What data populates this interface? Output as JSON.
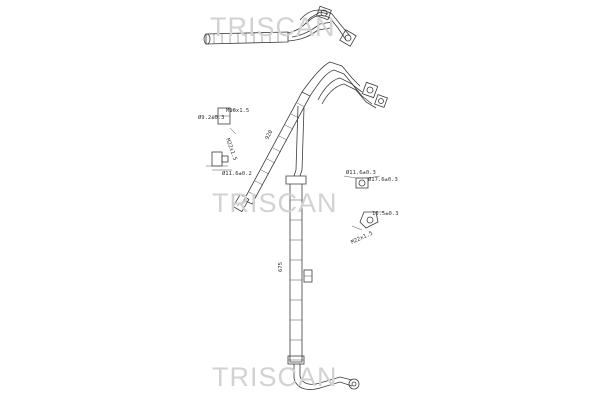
{
  "watermarks": {
    "top": "TRISCAN",
    "middle": "TRISCAN",
    "bottom": "TRISCAN"
  },
  "dimensions": {
    "d1": "M16x1.5",
    "d2": "Ø9.2±0.3",
    "d3": "M22x1.5",
    "d4": "Ø11.6±0.2",
    "d5": "Ø11.6±0.3",
    "d6": "Ø17.6±0.3",
    "d7": "16.5±0.3",
    "d8": "M22x1.5",
    "len1": "920",
    "len2": "675"
  },
  "colors": {
    "watermark": "#d2d2d2",
    "drawing": "#3c3c3c"
  }
}
